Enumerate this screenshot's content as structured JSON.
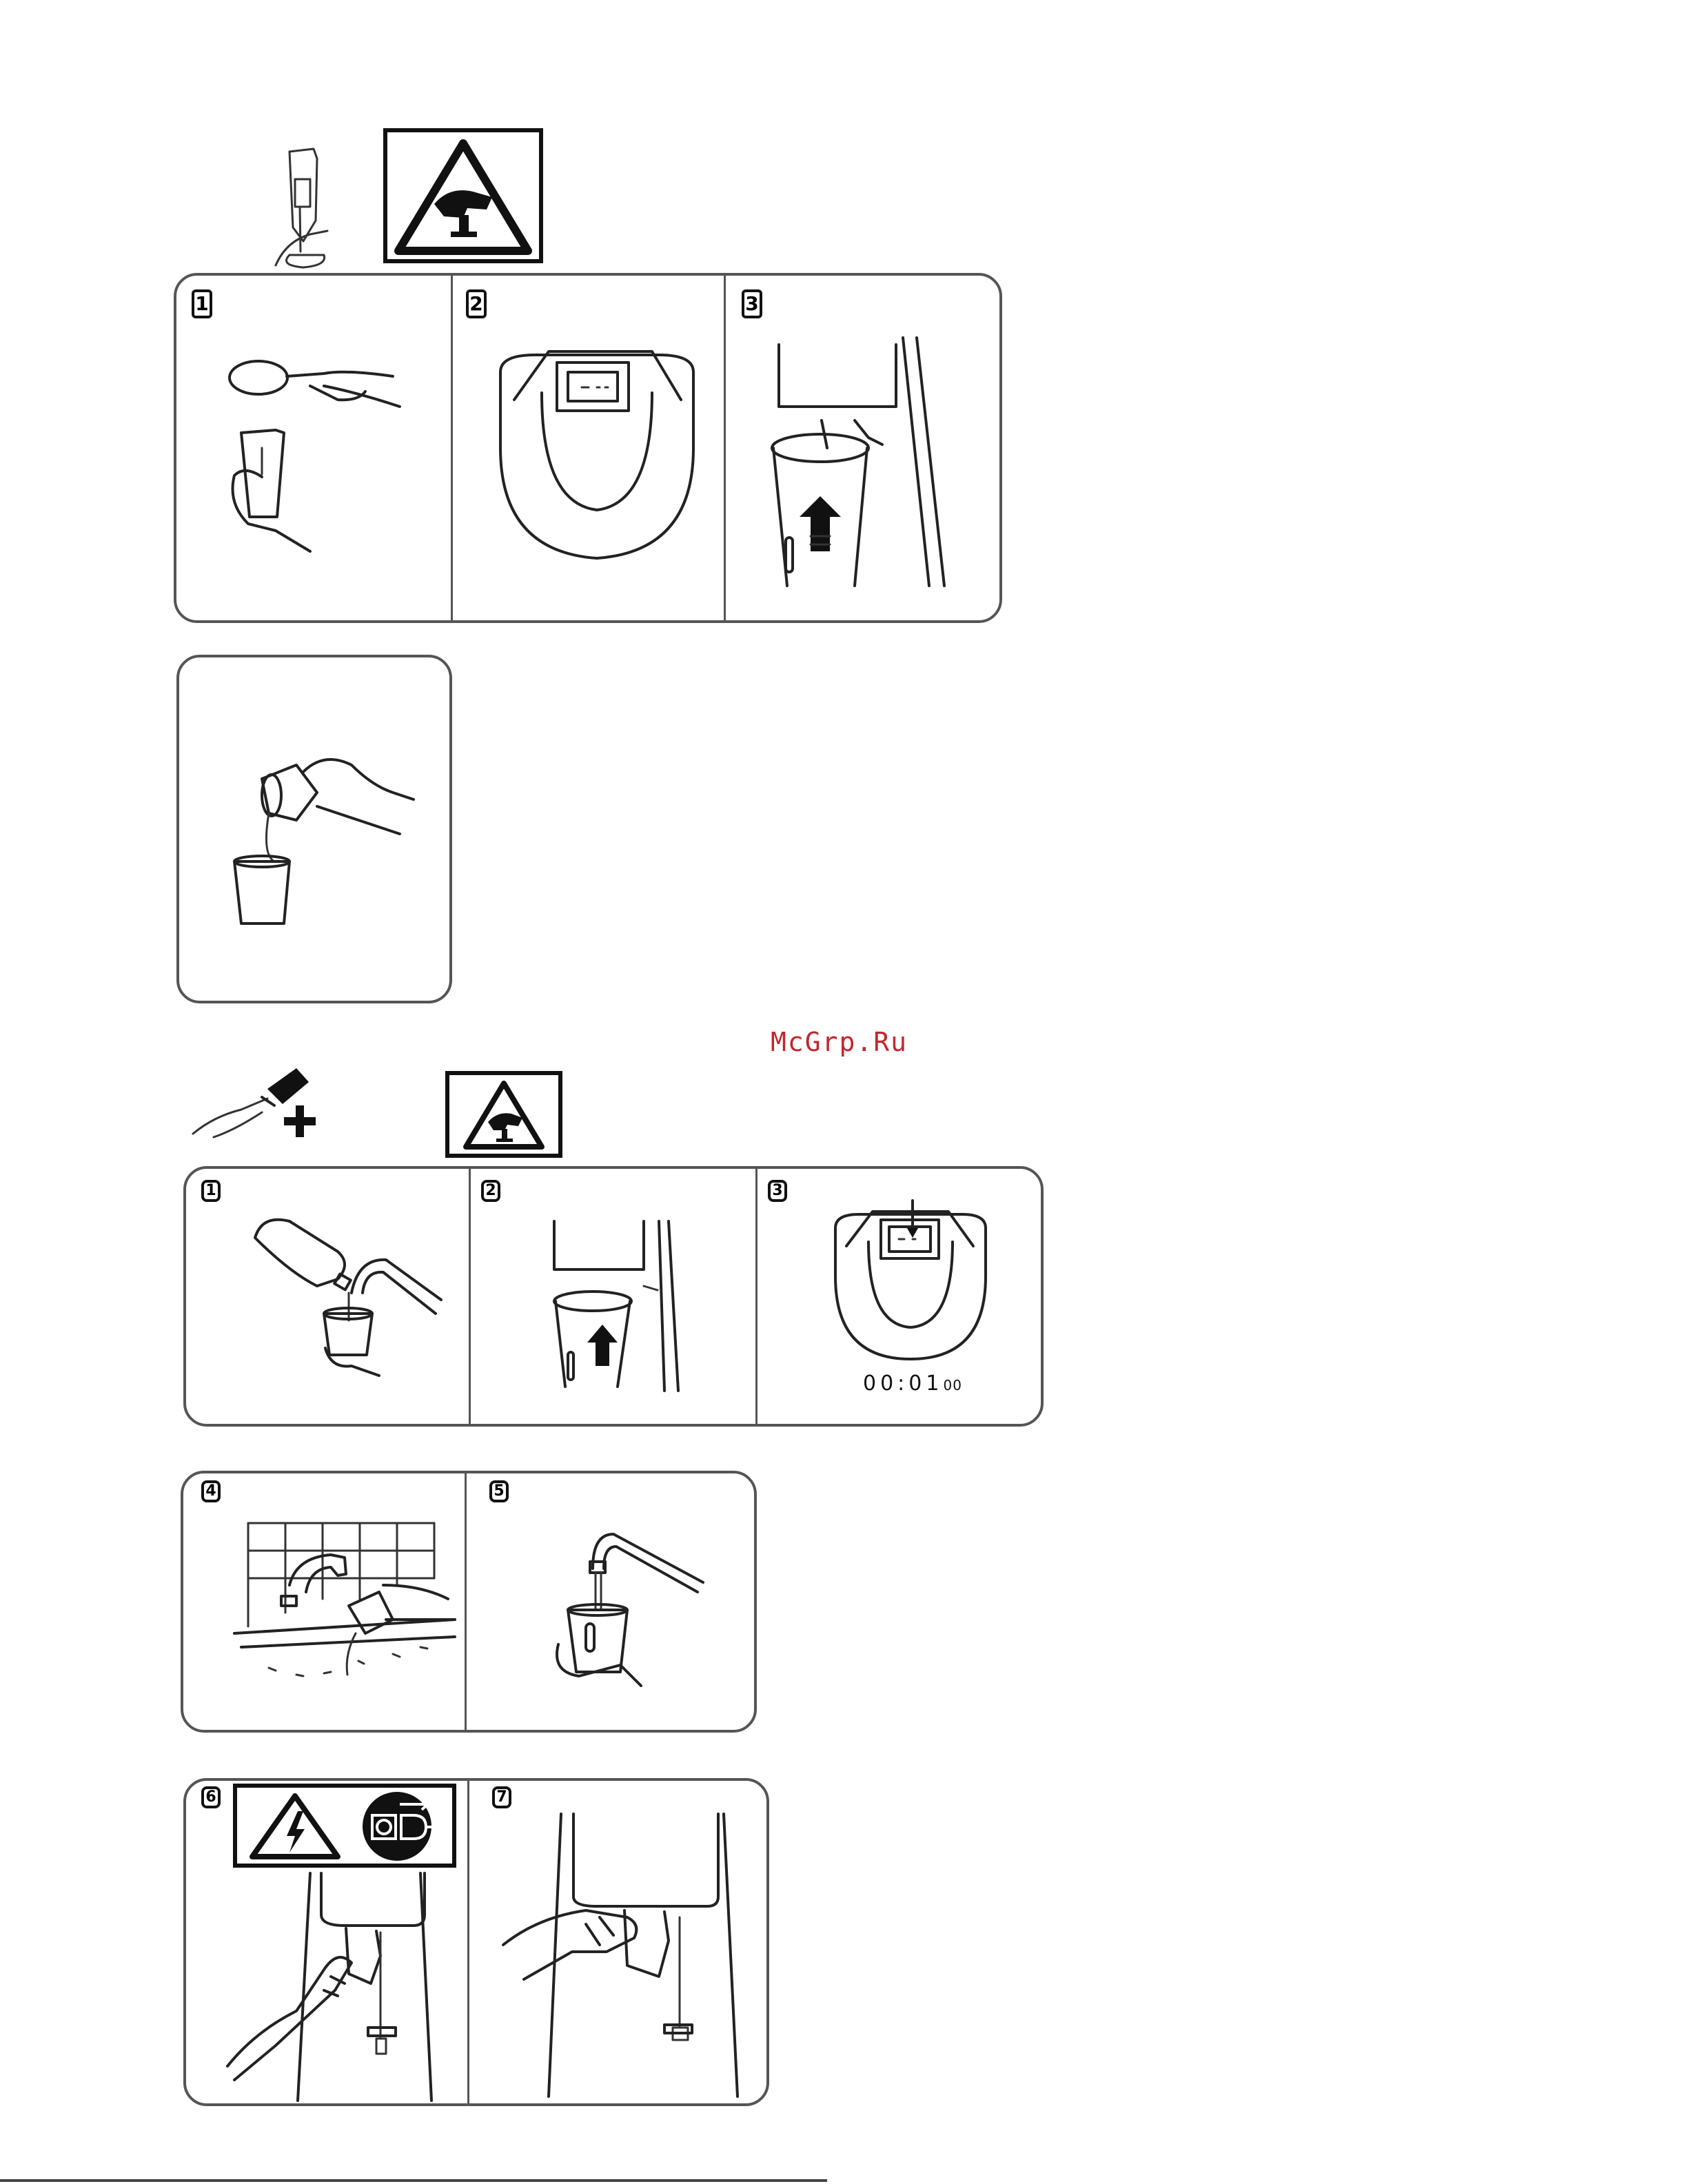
{
  "watermark": "McGrp.Ru",
  "section1": {
    "steps": [
      "1",
      "2",
      "3"
    ]
  },
  "section2": {
    "steps": [
      "1",
      "2",
      "3",
      "4",
      "5",
      "6",
      "7"
    ],
    "timer": {
      "main": "00:01",
      "suffix": "00"
    }
  },
  "icons": [
    "mixer-with-hand-icon",
    "warning-no-hands-icon",
    "brush-icon",
    "plus-icon",
    "high-voltage-warning-icon",
    "unplug-icon"
  ]
}
